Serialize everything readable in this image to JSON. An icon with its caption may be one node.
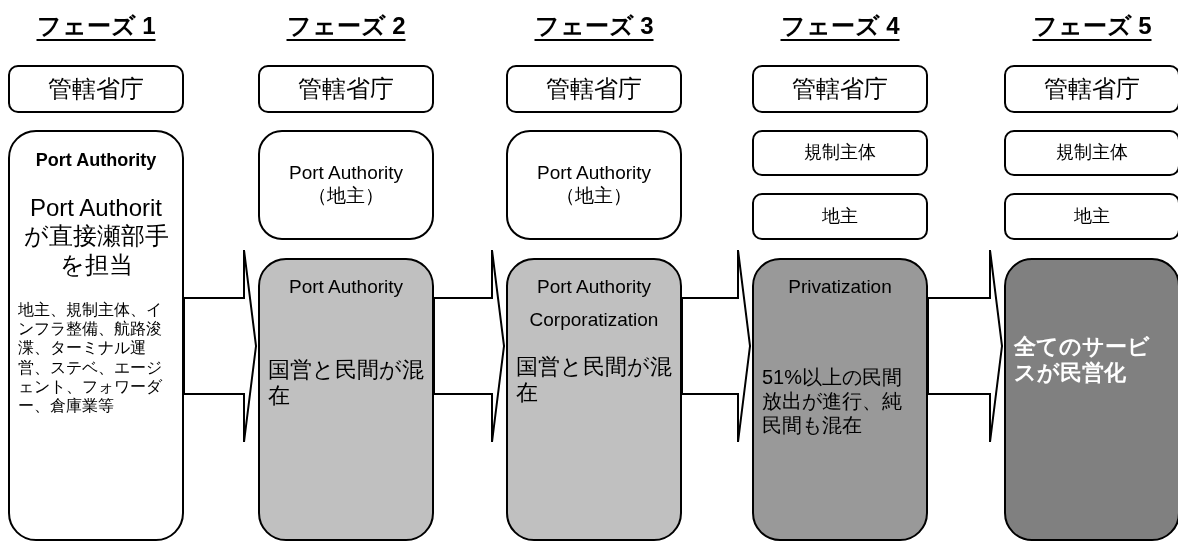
{
  "diagram": {
    "nodes": [
      {
        "text": [
          "管轄省庁"
        ]
      },
      {
        "text": [
          "Port Authority",
          "Port Authorit が直接瀬部手を担当",
          "地主、規制主体、インフラ整備、航路浚渫、ターミナル運営、ステベ、エージェント、フォワーダー、倉庫業等"
        ]
      },
      {
        "text": [
          "管轄省庁"
        ]
      },
      {
        "text": [
          "Port Authority （地主）"
        ]
      },
      {
        "text": [
          "Port Authority",
          "国営と民間が混在"
        ]
      },
      {
        "text": [
          "管轄省庁"
        ]
      },
      {
        "text": [
          "Port Authority （地主）"
        ]
      },
      {
        "text": [
          "Port Authority",
          "Corporatization",
          "国営と民間が混在"
        ]
      },
      {
        "text": [
          "管轄省庁"
        ]
      },
      {
        "text": [
          "規制主体"
        ]
      },
      {
        "text": [
          "地主"
        ]
      },
      {
        "text": [
          "Privatization",
          "51%以上の民間放出が進行、純民間も混在"
        ]
      },
      {
        "text": [
          "管轄省庁"
        ]
      },
      {
        "text": [
          "規制主体"
        ]
      },
      {
        "text": [
          "地主"
        ]
      },
      {
        "text": [
          "全てのサービスが民営化"
        ]
      }
    ],
    "edges": [
      {
        "from": 1,
        "to": 4,
        "arrow": "to"
      },
      {
        "from": 4,
        "to": 7,
        "arrow": "to"
      },
      {
        "from": 7,
        "to": 11,
        "arrow": "to"
      },
      {
        "from": 11,
        "to": 15,
        "arrow": "to"
      }
    ],
    "labels": [
      "フェーズ 1",
      "フェーズ 2",
      "フェーズ 3",
      "フェーズ 4",
      "フェーズ 5"
    ]
  }
}
